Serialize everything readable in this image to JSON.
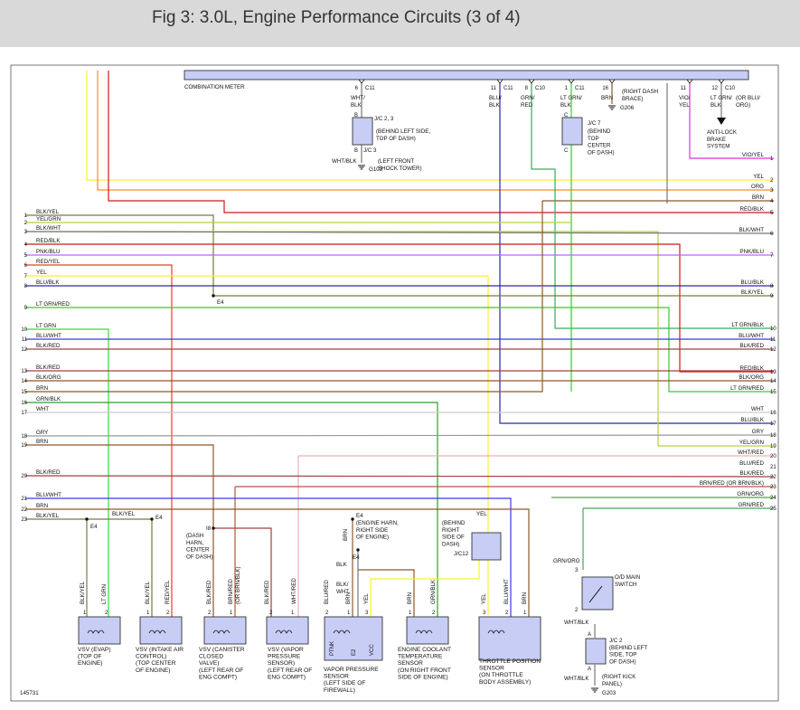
{
  "title": "Fig 3: 3.0L, Engine Performance Circuits (3 of 4)",
  "figure_id": "145731",
  "colors": {
    "YEL": "#ffef2a",
    "ORG": "#ff8c1a",
    "BRN": "#8b5a2b",
    "RED/BLK": "#d01818",
    "BLK/YEL": "#7a7a3a",
    "YEL/GRN": "#b5d334",
    "BLK/WHT": "#777777",
    "PNK/BLU": "#c060ff",
    "RED/YEL": "#e0402a",
    "BLU/BLK": "#2a2aa0",
    "LT GRN/RED": "#33cc33",
    "LT GRN": "#33dd33",
    "BLU/WHT": "#3a3ae0",
    "BLK/RED": "#a04040",
    "BLK/ORG": "#995522",
    "GRN/BLK": "#2aa02a",
    "WHT": "#cccccc",
    "GRY": "#999999",
    "WHT/RED": "#f0b0b0",
    "BRN/RED": "#b05a3a",
    "GRN/ORG": "#44aa44",
    "GRN/RED": "#3aaa5a",
    "VIO/YEL": "#dd33dd",
    "LT GRN/BLK": "#33cc33",
    "connector_fill": "#c8cdf5"
  },
  "top": {
    "meter_label": "COMBINATION METER",
    "meter_pins": [
      {
        "pin": "6",
        "conn": "C11",
        "wire": [
          "WHT/",
          "BLK"
        ]
      },
      {
        "pin": "11",
        "conn": "C11",
        "wire": [
          "BLU/",
          "BLK"
        ]
      },
      {
        "pin": "8",
        "conn": "C10",
        "wire": [
          "GRN/",
          "RED"
        ]
      },
      {
        "pin": "1",
        "conn": "C11",
        "wire": [
          "LT GRN/",
          "BLK"
        ]
      },
      {
        "pin": "16",
        "conn": "",
        "wire": [
          "BRN"
        ]
      },
      {
        "pin": "11",
        "conn": "",
        "wire": [
          "VIO/",
          "YEL"
        ]
      },
      {
        "pin": "12",
        "conn": "C10",
        "wire": [
          "LT GRN/",
          "BLK"
        ]
      }
    ],
    "right_dash_brace": [
      "(RIGHT DASH",
      "BRACE)"
    ],
    "g206": "G206",
    "or_blu_org": [
      "(OR BLU/",
      "ORG)"
    ],
    "abs": [
      "ANTI-LOCK",
      "BRAKE",
      "SYSTEM"
    ],
    "jc2": {
      "b1": "B",
      "name": "J/C 2, 3",
      "desc": [
        "(BEHIND LEFT SIDE,",
        "TOP OF DASH)"
      ],
      "b2": "B",
      "name2": "J/C 3"
    },
    "g102": {
      "wire": "WHT/BLK",
      "name": "G102",
      "desc": [
        "(LEFT FRONT",
        "SHOCK TOWER)"
      ]
    },
    "jc7": {
      "c1": "C",
      "name": "J/C 7",
      "desc": [
        "(BEHIND",
        "TOP",
        "CENTER",
        "OF DASH)"
      ],
      "c2": "C"
    }
  },
  "left_pins": [
    {
      "n": "1",
      "w": "BLK/YEL"
    },
    {
      "n": "2",
      "w": "YEL/GRN"
    },
    {
      "n": "3",
      "w": "BLK/WHT"
    },
    {
      "n": "4",
      "w": "RED/BLK"
    },
    {
      "n": "5",
      "w": "PNK/BLU"
    },
    {
      "n": "6",
      "w": "RED/YEL"
    },
    {
      "n": "7",
      "w": "YEL"
    },
    {
      "n": "8",
      "w": "BLU/BLK"
    },
    {
      "n": "9",
      "w": "LT GRN/RED"
    },
    {
      "n": "10",
      "w": "LT GRN"
    },
    {
      "n": "11",
      "w": "BLU/WHT"
    },
    {
      "n": "12",
      "w": "BLK/RED"
    },
    {
      "n": "13",
      "w": "BLK/RED"
    },
    {
      "n": "14",
      "w": "BLK/ORG"
    },
    {
      "n": "15",
      "w": "BRN"
    },
    {
      "n": "16",
      "w": "GRN/BLK"
    },
    {
      "n": "17",
      "w": "WHT"
    },
    {
      "n": "18",
      "w": "GRY"
    },
    {
      "n": "19",
      "w": "BRN"
    },
    {
      "n": "20",
      "w": "BLK/RED"
    },
    {
      "n": "21",
      "w": "BLU/WHT"
    },
    {
      "n": "22",
      "w": "BRN"
    },
    {
      "n": "23",
      "w": "BLK/YEL"
    }
  ],
  "right_pins": [
    {
      "n": "1",
      "w": "VIO/YEL"
    },
    {
      "n": "2",
      "w": "YEL"
    },
    {
      "n": "3",
      "w": "ORG"
    },
    {
      "n": "4",
      "w": "BRN"
    },
    {
      "n": "5",
      "w": "RED/BLK"
    },
    {
      "n": "6",
      "w": "BLK/WHT"
    },
    {
      "n": "7",
      "w": "PNK/BLU"
    },
    {
      "n": "8",
      "w": "BLU/BLK"
    },
    {
      "n": "9",
      "w": "BLK/YEL"
    },
    {
      "n": "10",
      "w": "LT GRN/BLK"
    },
    {
      "n": "11",
      "w": "BLU/WHT"
    },
    {
      "n": "12",
      "w": "BLK/RED"
    },
    {
      "n": "13",
      "w": "RED/BLK"
    },
    {
      "n": "14",
      "w": "BLK/ORG"
    },
    {
      "n": "15",
      "w": "LT GRN/RED"
    },
    {
      "n": "16",
      "w": "WHT"
    },
    {
      "n": "17",
      "w": "BLU/BLK"
    },
    {
      "n": "18",
      "w": "GRY"
    },
    {
      "n": "19",
      "w": "YEL/GRN"
    },
    {
      "n": "20",
      "w": "WHT/RED"
    },
    {
      "n": "21",
      "w": "BLU/RED"
    },
    {
      "n": "22",
      "w": "BLK/RED"
    },
    {
      "n": "23",
      "w": "BRN/RED (OR BRN/BLK)"
    },
    {
      "n": "24",
      "w": "GRN/ORG"
    },
    {
      "n": "25",
      "w": "GRN/RED"
    }
  ],
  "splices": {
    "e4": "E4",
    "blk_yel": "BLK/YEL",
    "i8": "I8",
    "dash_harn": [
      "(DASH",
      "HARN,",
      "CENTER",
      "OF DASH)"
    ],
    "engine_harn": [
      "(ENGINE HARN,",
      "RIGHT SIDE",
      "OF ENGINE)"
    ],
    "jc12": {
      "name": "J/C12",
      "desc": [
        "(BEHIND",
        "RIGHT",
        "SIDE OF",
        "DASH)"
      ],
      "wire": "YEL"
    },
    "brn": "BRN",
    "blk": "BLK",
    "blk_wht": [
      "BLK/",
      "WHT"
    ]
  },
  "components": [
    {
      "name": [
        "VSV (EVAP)",
        "(TOP OF",
        "ENGINE)"
      ],
      "wires": [
        "BLK/YEL",
        "LT GRN"
      ],
      "pins": [
        "1",
        "2"
      ]
    },
    {
      "name": [
        "VSV (INTAKE AIR",
        "CONTROL)",
        "(TOP CENTER",
        "OF ENGINE)"
      ],
      "wires": [
        "BLK/YEL",
        "RED/YEL"
      ],
      "pins": [
        "1",
        "2"
      ]
    },
    {
      "name": [
        "VSV (CANISTER",
        "CLOSED",
        "VALVE)",
        "(LEFT REAR OF",
        "ENG COMPT)"
      ],
      "wires": [
        "BLK/RED",
        "BRN/RED",
        "(OR BRN/BLK)"
      ],
      "pins": [
        "2",
        "1"
      ]
    },
    {
      "name": [
        "VSV (VAPOR",
        "PRESSURE",
        "SENSOR)",
        "(LEFT REAR OF",
        "ENG COMPT)"
      ],
      "wires": [
        "BLK/RED",
        "WHT/RED"
      ],
      "pins": [
        "2",
        "1"
      ]
    },
    {
      "name": [
        "VAPOR PRESSURE",
        "SENSOR",
        "(LEFT SIDE OF",
        "FIREWALL)"
      ],
      "wires": [
        "BLU/RED",
        "BRN",
        "YEL"
      ],
      "pins": [
        "2",
        "1",
        "3"
      ],
      "terms": [
        "PTNK",
        "E2",
        "VCC"
      ]
    },
    {
      "name": [
        "ENGINE COOLANT",
        "TEMPERATURE",
        "SENSOR",
        "(ON RIGHT FRONT",
        "SIDE OF ENGINE)"
      ],
      "wires": [
        "BRN",
        "GRN/BLK"
      ],
      "pins": [
        "1",
        "2"
      ]
    },
    {
      "name": [
        "THROTTLE POSITION",
        "SENSOR",
        "(ON THROTTLE",
        "BODY ASSEMBLY)"
      ],
      "wires": [
        "YEL",
        "BLU/WHT",
        "BRN"
      ],
      "pins": [
        "3",
        "2",
        "1"
      ]
    }
  ],
  "od_switch": {
    "wire_in": "GRN/ORG",
    "pin_top": "3",
    "name": [
      "O/D MAIN",
      "SWITCH"
    ],
    "pin_bot": "2",
    "wire_out": "WHT/BLK",
    "jc2_a1": "A",
    "jc2_a2": "A",
    "jc2_name": [
      "J/C 2",
      "(BEHIND LEFT",
      "SIDE, TOP",
      "OF DASH)"
    ],
    "g203_wire": "WHT/BLK",
    "g203_desc": [
      "(RIGHT KICK",
      "PANEL)"
    ],
    "g203": "G203"
  }
}
